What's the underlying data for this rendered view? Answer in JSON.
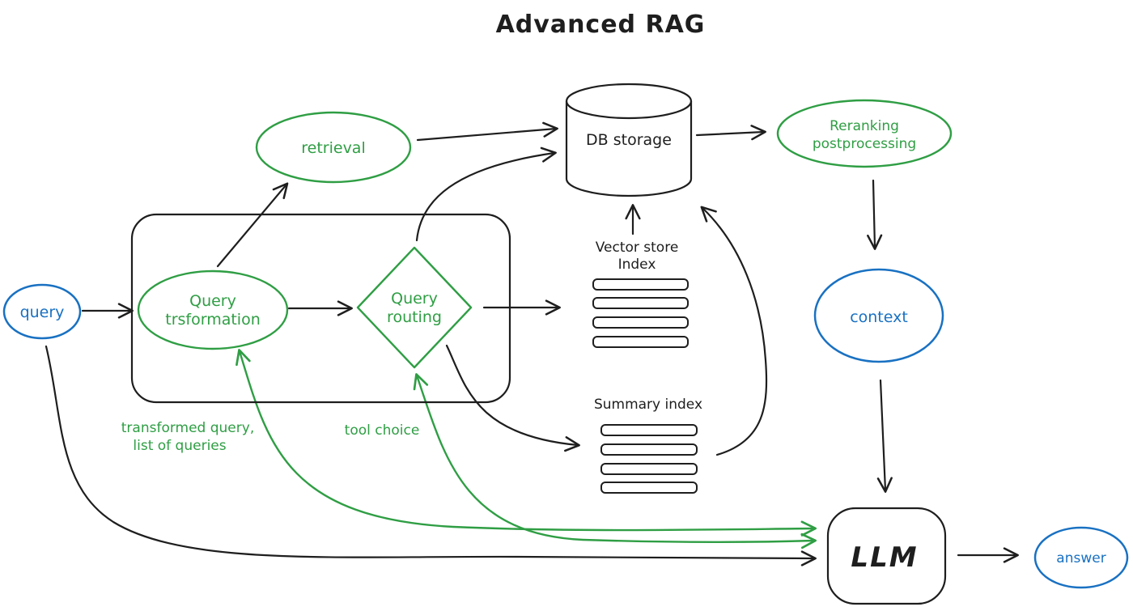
{
  "title": "Advanced RAG",
  "colors": {
    "ink": "#1e1e1e",
    "green": "#2f9e44",
    "blue": "#1971c2",
    "background": "#ffffff"
  },
  "nodes": {
    "query": {
      "label": "query"
    },
    "query_transformation": {
      "label_line1": "Query",
      "label_line2": "trsformation"
    },
    "query_routing": {
      "label_line1": "Query",
      "label_line2": "routing"
    },
    "retrieval": {
      "label": "retrieval"
    },
    "db_storage": {
      "label": "DB storage"
    },
    "reranking": {
      "label_line1": "Reranking",
      "label_line2": "postprocessing"
    },
    "context": {
      "label": "context"
    },
    "vector_store_index": {
      "label_line1": "Vector store",
      "label_line2": "Index",
      "row_count": 4
    },
    "summary_index": {
      "label": "Summary index",
      "row_count": 4
    },
    "llm": {
      "label": "LLM"
    },
    "answer": {
      "label": "answer"
    }
  },
  "annotations": {
    "transformed_query_line1": "transformed query,",
    "transformed_query_line2": "list of queries",
    "tool_choice": "tool choice"
  }
}
